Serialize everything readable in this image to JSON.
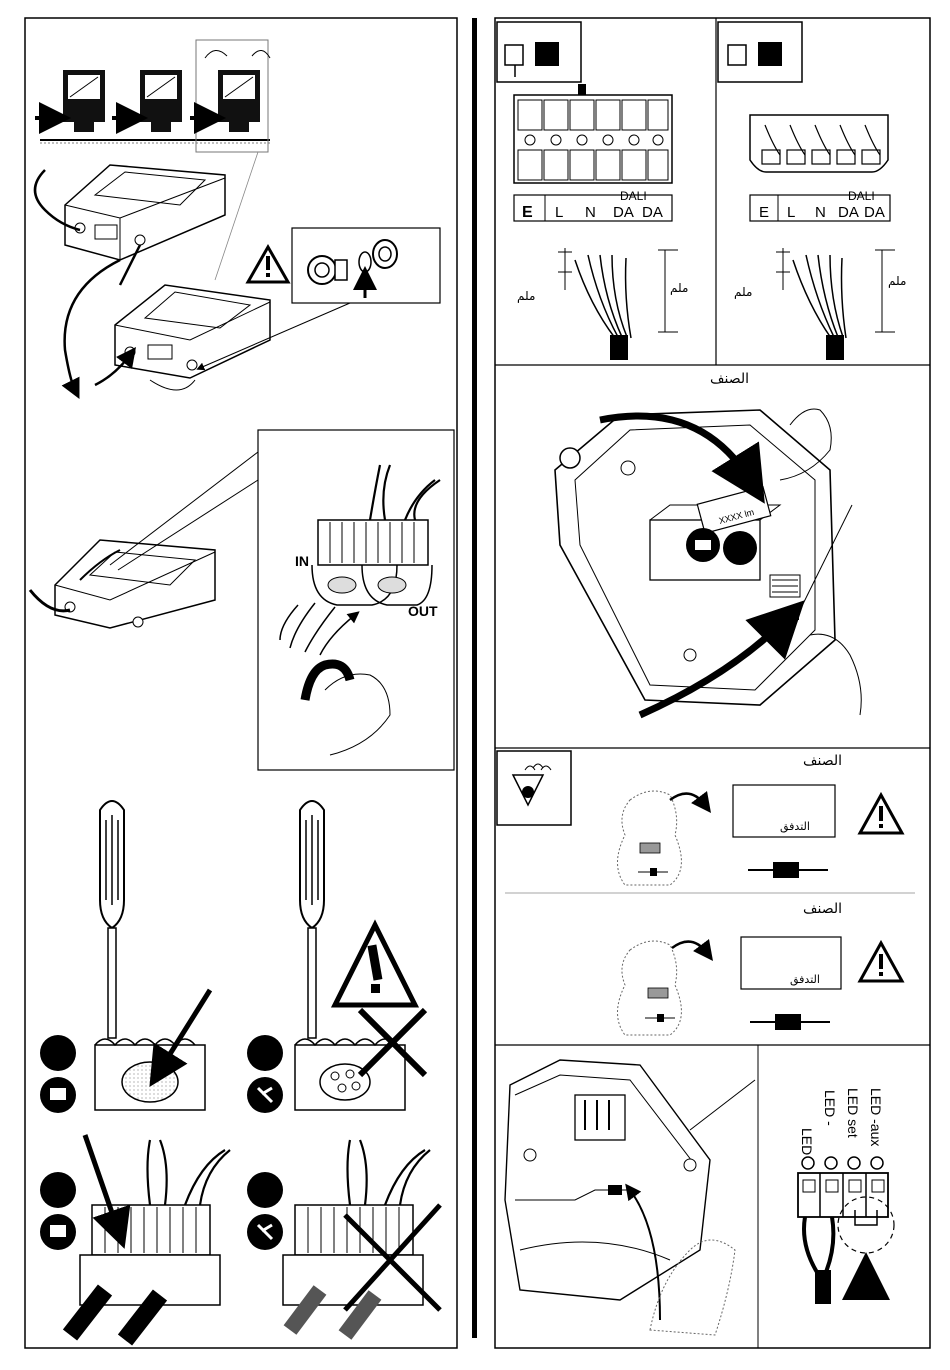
{
  "left": {
    "cable_panel": {
      "in_label": "IN",
      "out_label": "OUT"
    }
  },
  "right": {
    "terminal_top_left": {
      "labels": [
        "E",
        "L",
        "N",
        "DA",
        "DA"
      ],
      "dali": "DALI",
      "mm_a": "ملم",
      "mm_b": "ملم"
    },
    "terminal_top_right": {
      "labels": [
        "E",
        "L",
        "N",
        "DA",
        "DA"
      ],
      "dali": "DALI",
      "mm_a": "ملم",
      "mm_b": "ملم"
    },
    "class_panel": {
      "title": "الصنف",
      "sticker": "XXXX lm"
    },
    "bag_panel_1": {
      "title": "الصنف",
      "flow": "التدفق"
    },
    "bag_panel_2": {
      "title": "الصنف",
      "flow": "التدفق"
    },
    "led_panel": {
      "labels": [
        "LED +",
        "LED -",
        "LED set",
        "LED -aux"
      ]
    }
  }
}
